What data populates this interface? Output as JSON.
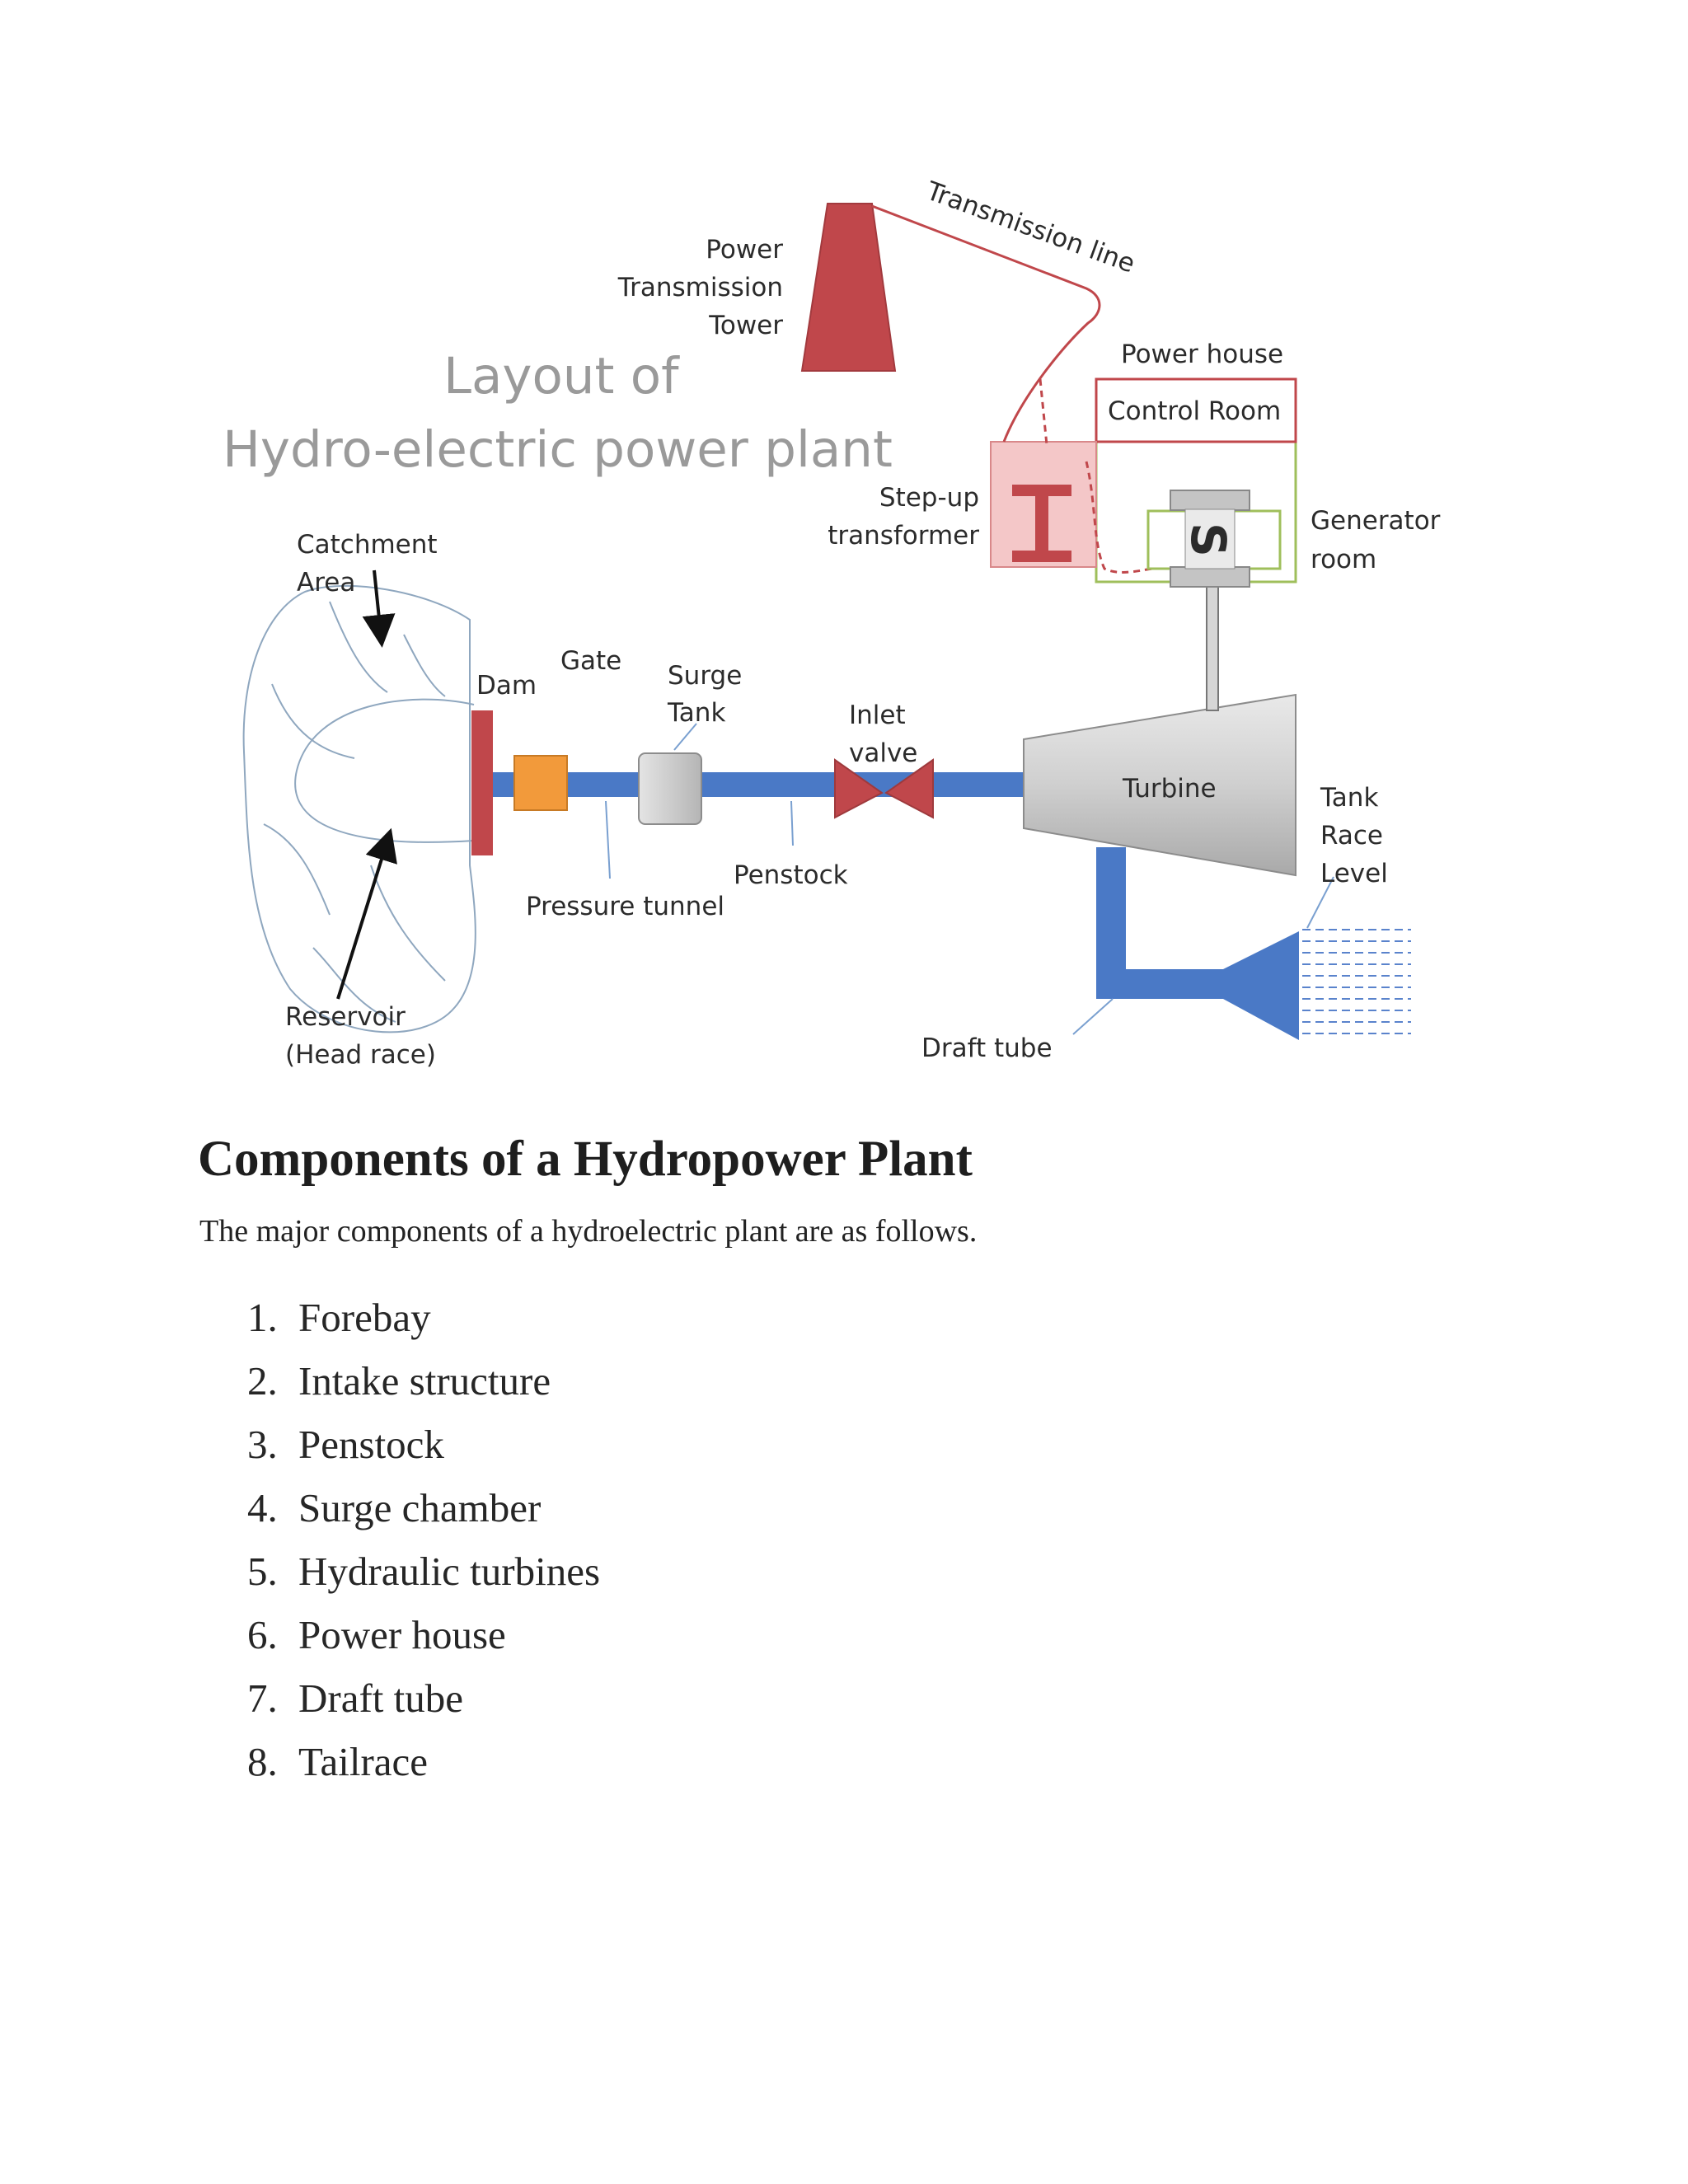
{
  "diagram": {
    "title_line1": "Layout of",
    "title_line2": "Hydro-electric power plant",
    "labels": {
      "power_tower_1": "Power",
      "power_tower_2": "Transmission",
      "power_tower_3": "Tower",
      "transmission_line": "Transmission line",
      "power_house": "Power house",
      "control_room": "Control Room",
      "step_up_1": "Step-up",
      "step_up_2": "transformer",
      "generator_1": "Generator",
      "generator_2": "room",
      "generator_symbol": "S",
      "catchment_1": "Catchment",
      "catchment_2": "Area",
      "dam": "Dam",
      "gate": "Gate",
      "surge_1": "Surge",
      "surge_2": "Tank",
      "inlet_1": "Inlet",
      "inlet_2": "valve",
      "turbine": "Turbine",
      "tank_1": "Tank",
      "tank_2": "Race",
      "tank_3": "Level",
      "penstock": "Penstock",
      "pressure_tunnel": "Pressure tunnel",
      "reservoir_1": "Reservoir",
      "reservoir_2": "(Head race)",
      "draft_tube": "Draft tube"
    },
    "colors": {
      "red": "#c0474b",
      "blue": "#4a79c6",
      "orange": "#f29a3b",
      "green": "#9fbf5b"
    }
  },
  "heading": "Components  of a Hydropower  Plant",
  "intro": "The major components of a hydroelectric plant are as follows.",
  "components": [
    {
      "num": "1.",
      "label": "Forebay"
    },
    {
      "num": "2.",
      "label": "Intake  structure"
    },
    {
      "num": "3.",
      "label": "Penstock"
    },
    {
      "num": "4.",
      "label": "Surge chamber"
    },
    {
      "num": "5.",
      "label": "Hydraulic  turbines"
    },
    {
      "num": "6.",
      "label": "Power house"
    },
    {
      "num": "7.",
      "label": "Draft tube"
    },
    {
      "num": "8.",
      "label": "Tailrace"
    }
  ]
}
